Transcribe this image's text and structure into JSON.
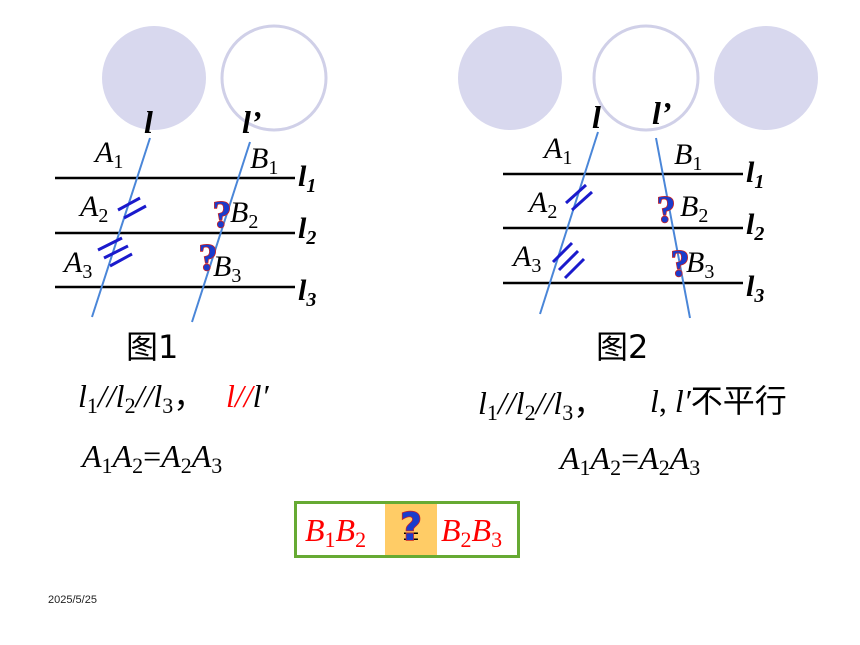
{
  "figure1": {
    "line_l": "l",
    "line_l_prime": "l’",
    "points": {
      "A1": "A",
      "A1_sub": "1",
      "A2": "A",
      "A2_sub": "2",
      "A3": "A",
      "A3_sub": "3",
      "B1": "B",
      "B1_sub": "1",
      "B2": "B",
      "B2_sub": "2",
      "B3": "B",
      "B3_sub": "3"
    },
    "parallels": {
      "l1": "l",
      "l1_sub": "1",
      "l2": "l",
      "l2_sub": "2",
      "l3": "l",
      "l3_sub": "3"
    },
    "caption": "图1",
    "condition_parallel": {
      "l1": "l",
      "s1": "1",
      "sep1": "//",
      "l2": "l",
      "s2": "2",
      "sep2": "//",
      "l3": "l",
      "s3": "3",
      "comma": "，"
    },
    "condition_lines": {
      "a": "l",
      "sep": "//",
      "b": "l′"
    },
    "equation": {
      "a1": "A",
      "s1": "1",
      "a2": "A",
      "s2": "2",
      "eq": "=",
      "a3": "A",
      "s3": "2",
      "a4": "A",
      "s4": "3"
    }
  },
  "figure2": {
    "line_l": "l",
    "line_l_prime": "l’",
    "points": {
      "A1": "A",
      "A1_sub": "1",
      "A2": "A",
      "A2_sub": "2",
      "A3": "A",
      "A3_sub": "3",
      "B1": "B",
      "B1_sub": "1",
      "B2": "B",
      "B2_sub": "2",
      "B3": "B",
      "B3_sub": "3"
    },
    "parallels": {
      "l1": "l",
      "l1_sub": "1",
      "l2": "l",
      "l2_sub": "2",
      "l3": "l",
      "l3_sub": "3"
    },
    "caption": "图2",
    "condition_parallel": {
      "l1": "l",
      "s1": "1",
      "sep1": "//",
      "l2": "l",
      "s2": "2",
      "sep2": "//",
      "l3": "l",
      "s3": "3",
      "comma": "，"
    },
    "condition_lines": {
      "a": "l",
      "comma": ",",
      "b": "l′",
      "text": "不平行"
    },
    "equation": {
      "a1": "A",
      "s1": "1",
      "a2": "A",
      "s2": "2",
      "eq": "=",
      "a3": "A",
      "s3": "2",
      "a4": "A",
      "s4": "3"
    }
  },
  "question_mark": "?",
  "result": {
    "lhs": "B",
    "lhs_s1": "1",
    "lhs_b2": "B",
    "lhs_s2": "2",
    "symbol": "=",
    "rhs": "B",
    "rhs_s1": "2",
    "rhs_b2": "B",
    "rhs_s2": "3"
  },
  "date": "2025/5/25",
  "colors": {
    "transversal": "#4a86d8",
    "tick": "#1a1acc",
    "circle_fill": "#d8d8ee",
    "circle_stroke": "#d0d0e8",
    "red": "#ff0000",
    "box_border": "#66aa33",
    "highlight": "#ffcc66",
    "question_fill": "#1a3ccc",
    "question_stroke": "#cc2222"
  }
}
